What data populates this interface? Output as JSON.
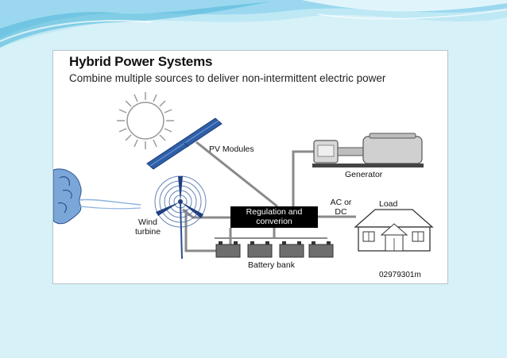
{
  "figure": {
    "title": "Hybrid Power Systems",
    "subtitle": "Combine multiple sources to deliver non-intermittent electric power",
    "labels": {
      "pv_modules": "PV Modules",
      "generator": "Generator",
      "ac_dc_line1": "AC or",
      "ac_dc_line2": "DC",
      "load": "Load",
      "regulation_line1": "Regulation and",
      "regulation_line2": "converion",
      "wind_line1": "Wind",
      "wind_line2": "turbine",
      "battery_bank": "Battery bank",
      "figure_code": "02979301m"
    }
  },
  "colors": {
    "slide_background": "#d6f1f8",
    "wave_accent": "#4fb7d9",
    "solar_panel": "#2e5fa8",
    "wind_swirl": "#3a5ea8",
    "connector_gray": "#8a8a8a",
    "regulation_box": "#000000"
  },
  "icons": [
    "sun-icon",
    "solar-panel-icon",
    "wind-face-icon",
    "wind-turbine-icon",
    "generator-icon",
    "house-icon",
    "battery-icon"
  ]
}
